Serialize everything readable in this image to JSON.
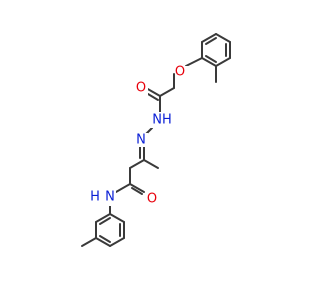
{
  "molecule": {
    "atoms": {
      "ether_o": "O",
      "carbonyl_o1": "O",
      "nh_hydrazide": "NH",
      "n_imine": "N",
      "carbonyl_o2": "O",
      "nh_amide": "H",
      "nh_amide_n": "N"
    },
    "colors": {
      "oxygen": "#e8000b",
      "nitrogen": "#0a1fd6",
      "bond": "#3a3a3a"
    }
  }
}
